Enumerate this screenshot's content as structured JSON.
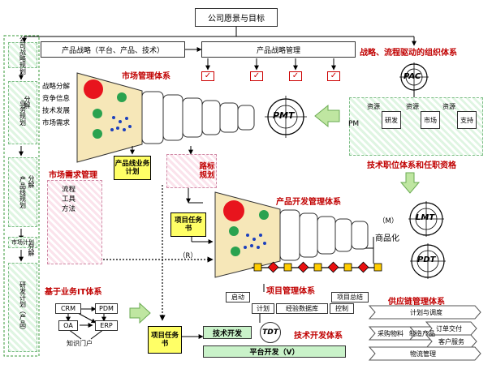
{
  "vision": "公司愿景与目标",
  "strategy": {
    "product_strategy": "产品战略（平台、产品、技术）",
    "product_strategy_mgmt": "产品战略管理",
    "inputs": [
      "战略分解",
      "竞争信息",
      "技术发展",
      "市场需求"
    ]
  },
  "left_column": {
    "items": [
      "公司战略规划",
      "业务规划",
      "产品线规划",
      "市场计划",
      "研发计划（产品）"
    ],
    "connectors": [
      "分解",
      "分解",
      "分解"
    ]
  },
  "market_mgmt": {
    "title": "市场管理体系",
    "pmt": "PMT"
  },
  "org": {
    "title": "战略、流程驱动的组织体系",
    "pac": "PAC",
    "resource_label": "资源",
    "pm": "PM",
    "depts": [
      "研发",
      "市场",
      "支持"
    ],
    "job_title": "技术职位体系和任职资格"
  },
  "plan": {
    "product_line_plan": "产品线业务计划",
    "roadmap": "路标规划"
  },
  "demand": {
    "title": "市场需求管理",
    "items": [
      "流程",
      "工具",
      "方法"
    ]
  },
  "project_tasks": {
    "label1": "项目任务书",
    "label2": "项目任务书"
  },
  "pdev": {
    "title": "产品开发管理体系",
    "m_label": "（M）",
    "lmt": "LMT",
    "commercial": "商品化",
    "pdt": "PDT",
    "r_label": "（R）"
  },
  "it": {
    "title": "基于业务IT体系",
    "nodes": [
      "CRM",
      "PDM",
      "OA",
      "ERP",
      "知识门户"
    ]
  },
  "project_mgmt": {
    "title": "项目管理体系",
    "items": [
      "启动",
      "项目总结",
      "计划",
      "经验数据库",
      "控制"
    ]
  },
  "tech_dev": {
    "title": "技术开发体系",
    "tech": "技术开发",
    "tdt": "TDT",
    "platform": "平台开发（V）"
  },
  "supply": {
    "title": "供应链管理体系",
    "items": [
      "计划与调度",
      "订单交付",
      "采购物料",
      "制造产品",
      "客户服务",
      "物流管理"
    ]
  },
  "colors": {
    "red_title": "#c00000",
    "yellow": "#ffff66",
    "funnel": "#f6e7b8"
  }
}
